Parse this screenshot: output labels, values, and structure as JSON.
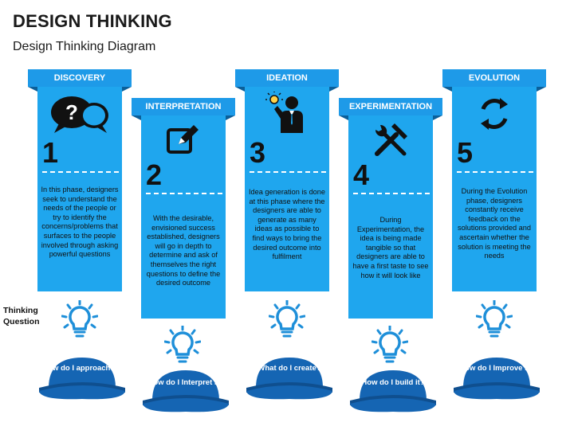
{
  "header": {
    "title": "DESIGN THINKING",
    "subtitle": "Design Thinking Diagram"
  },
  "thinking_label": "Thinking Question",
  "stages": [
    {
      "name": "DISCOVERY",
      "number": "1",
      "icon": "question-chat-icon",
      "description": "In this phase, designers seek to understand the needs of the people or try to identify the concerns/problems that surfaces to the people involved through asking powerful questions",
      "question": "How do I approach it?"
    },
    {
      "name": "INTERPRETATION",
      "number": "2",
      "icon": "edit-note-icon",
      "description": "With the desirable, envisioned success established, designers will go in depth to determine and ask of themselves the right questions to define the desired outcome",
      "question": "How do I Interpret it?"
    },
    {
      "name": "IDEATION",
      "number": "3",
      "icon": "idea-person-icon",
      "description": "Idea generation is done at this phase where the designers are able to generate as many ideas as possible to find ways to bring the desired outcome into fulfilment",
      "question": "What do I create?"
    },
    {
      "name": "EXPERIMENTATION",
      "number": "4",
      "icon": "tools-icon",
      "description": "During Experimentation, the idea is being made tangible so that designers are able to have a first taste to see how it will look like",
      "question": "How do I build it?"
    },
    {
      "name": "EVOLUTION",
      "number": "5",
      "icon": "refresh-icon",
      "description": "During the Evolution phase, designers constantly receive feedback on the solutions provided and ascertain whether the solution is meeting the needs",
      "question": "How do I Improve it?"
    }
  ],
  "colors": {
    "card": "#1fa6ee",
    "tab": "#1e9ae8",
    "hat": "#1565b3",
    "bulb": "#1e8fd9"
  }
}
